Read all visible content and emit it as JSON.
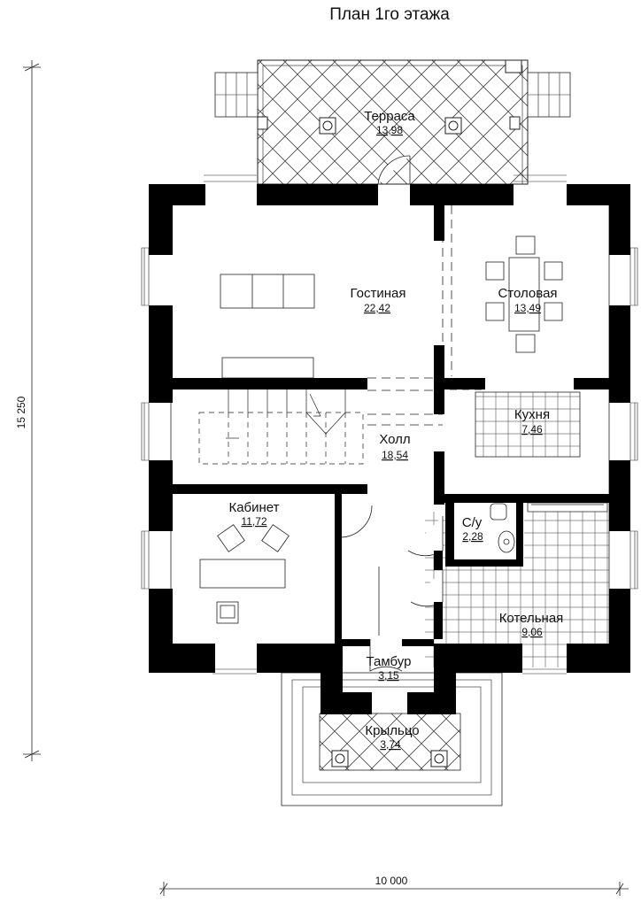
{
  "title": "План 1го этажа",
  "dimensions": {
    "width": "10 000",
    "height": "15 250"
  },
  "rooms": [
    {
      "name": "Терраса",
      "area": "13,98"
    },
    {
      "name": "Гостиная",
      "area": "22,42"
    },
    {
      "name": "Столовая",
      "area": "13,49"
    },
    {
      "name": "Кухня",
      "area": "7,46"
    },
    {
      "name": "Холл",
      "area": "18,54"
    },
    {
      "name": "Кабинет",
      "area": "11,72"
    },
    {
      "name": "С/у",
      "area": "2,28"
    },
    {
      "name": "Котельная",
      "area": "9,06"
    },
    {
      "name": "Тамбур",
      "area": "3,15"
    },
    {
      "name": "Крыльцо",
      "area": "3,74"
    }
  ]
}
